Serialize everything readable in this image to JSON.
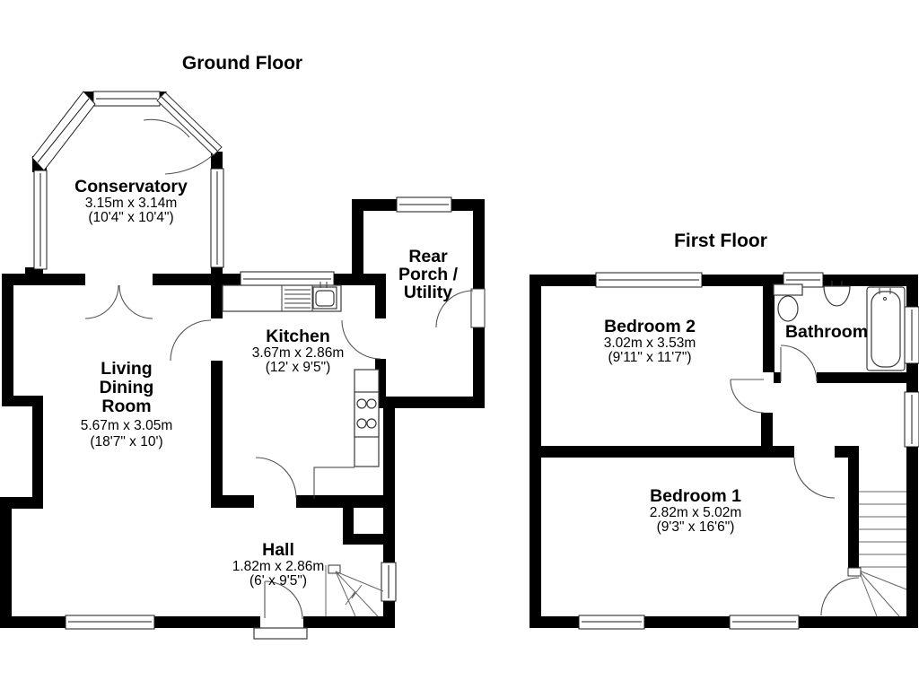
{
  "ground": {
    "title": "Ground Floor",
    "conservatory": {
      "name": "Conservatory",
      "metric": "3.15m x 3.14m",
      "imperial": "(10'4\" x 10'4\")"
    },
    "living": {
      "line1": "Living",
      "line2": "Dining",
      "line3": "Room",
      "metric": "5.67m x 3.05m",
      "imperial": "(18'7\" x 10')"
    },
    "kitchen": {
      "name": "Kitchen",
      "metric": "3.67m x 2.86m",
      "imperial": "(12' x 9'5\")"
    },
    "porch": {
      "line1": "Rear",
      "line2": "Porch /",
      "line3": "Utility"
    },
    "hall": {
      "name": "Hall",
      "metric": "1.82m x 2.86m",
      "imperial": "(6' x 9'5\")"
    }
  },
  "first": {
    "title": "First Floor",
    "bedroom2": {
      "name": "Bedroom 2",
      "metric": "3.02m x 3.53m",
      "imperial": "(9'11\" x 11'7\")"
    },
    "bathroom": {
      "name": "Bathroom"
    },
    "bedroom1": {
      "name": "Bedroom 1",
      "metric": "2.82m x 5.02m",
      "imperial": "(9'3\" x 16'6\")"
    }
  },
  "colors": {
    "wall": "#000000",
    "background": "#ffffff",
    "door_line": "#555555"
  }
}
